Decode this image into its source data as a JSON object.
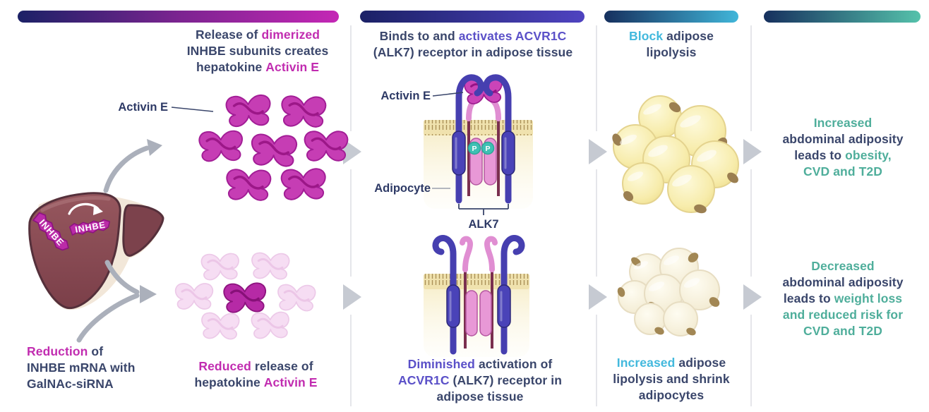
{
  "palette": {
    "navy_text": "#3a466b",
    "magenta": "#c12cb0",
    "purple": "#5a50c8",
    "cyan": "#43b9dd",
    "teal": "#4fae9b",
    "bar1_gradient": [
      "#1b2166",
      "#c427b5"
    ],
    "bar2_gradient": [
      "#1b2166",
      "#4f43c0"
    ],
    "bar3_gradient": [
      "#16305e",
      "#41b6d9"
    ],
    "bar4_gradient": [
      "#16305e",
      "#55c2ab"
    ],
    "arrow_gray": "#c6cad2",
    "liver_brown": "#8a4a52",
    "adipocyte_yellow": "#f6eaa8",
    "phosphate_teal": "#3ec0b4"
  },
  "col1": {
    "header": {
      "line1_normal": "Release of ",
      "line1_accent": "dimerized",
      "line2": "INHBE subunits creates",
      "line3_normal": "hepatokine ",
      "line3_accent": "Activin E"
    },
    "activin_label": "Activin E",
    "inhbe_left": "INHBE",
    "inhbe_right": "INHBE",
    "reduction_caption": {
      "accent": "Reduction",
      "line1_rest": " of",
      "line2": "INHBE mRNA with",
      "line3": "GalNAc-siRNA"
    },
    "reduced_caption": {
      "accent1": "Reduced",
      "line1_rest": " release of",
      "line2_normal": "hepatokine ",
      "accent2": "Activin E"
    }
  },
  "col2": {
    "header": {
      "line1_normal": "Binds to and ",
      "line1_accent": "activates ACVR1C",
      "line2": "(ALK7) receptor in adipose tissue"
    },
    "activin_label": "Activin E",
    "adipocyte_label": "Adipocyte",
    "alk7_label": "ALK7",
    "p_label": "P",
    "caption": {
      "accent1": "Diminished",
      "line1_rest": " activation of",
      "accent2": "ACVR1C",
      "line2_rest": " (ALK7) receptor in",
      "line3": "adipose tissue"
    }
  },
  "col3": {
    "header": {
      "accent": "Block",
      "line1_rest": " adipose",
      "line2": "lipolysis"
    },
    "caption": {
      "accent": "Increased",
      "line1_rest": " adipose",
      "line2": "lipolysis and shrink",
      "line3": "adipocytes"
    }
  },
  "col4": {
    "top": {
      "accent1": "Increased",
      "line2": "abdominal adiposity",
      "line3_normal": "leads to ",
      "line3_accent": "obesity,",
      "line4": "CVD and T2D"
    },
    "bottom": {
      "accent1": "Decreased",
      "line2": "abdominal adiposity",
      "line3_normal": "leads to ",
      "line3_accent": "weight loss",
      "line4": "and reduced risk for",
      "line5": "CVD and T2D"
    }
  }
}
